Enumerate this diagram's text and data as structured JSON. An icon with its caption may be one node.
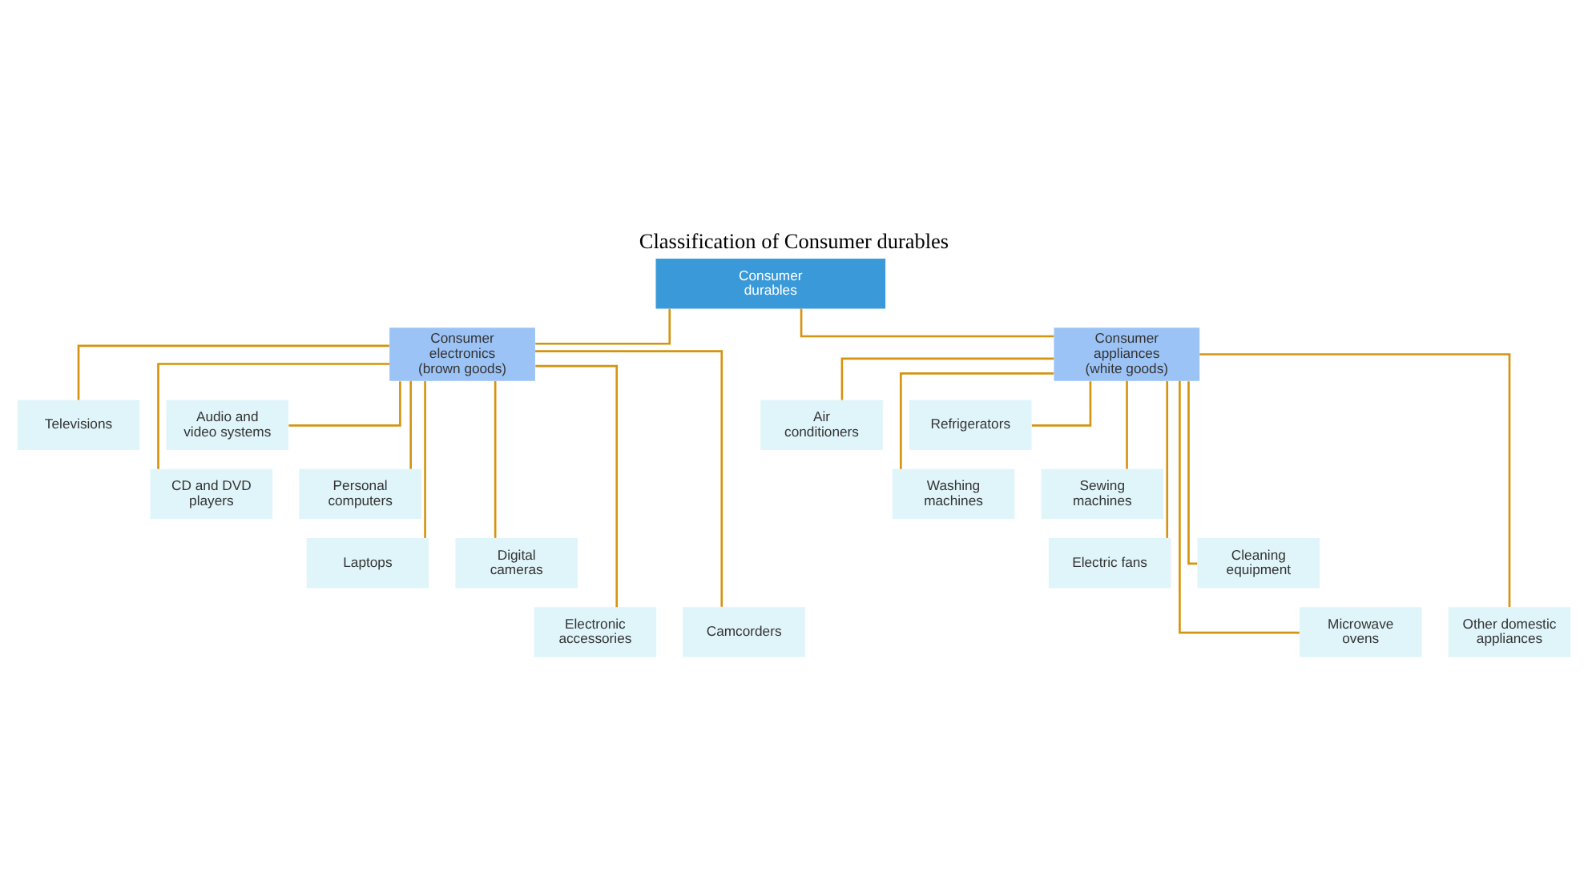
{
  "diagram": {
    "title": "Classification of Consumer durables",
    "nodes": [
      {
        "text": [
          "Consumer durables"
        ]
      },
      {
        "text": [
          "Consumer electronics (brown goods)"
        ]
      },
      {
        "text": [
          "Consumer appliances (white goods)"
        ]
      },
      {
        "text": [
          "Televisions"
        ]
      },
      {
        "text": [
          "Audio and video systems"
        ]
      },
      {
        "text": [
          "CD and DVD players"
        ]
      },
      {
        "text": [
          "Personal computers"
        ]
      },
      {
        "text": [
          "Laptops"
        ]
      },
      {
        "text": [
          "Digital cameras"
        ]
      },
      {
        "text": [
          "Electronic accessories"
        ]
      },
      {
        "text": [
          "Camcorders"
        ]
      },
      {
        "text": [
          "Air conditioners"
        ]
      },
      {
        "text": [
          "Refrigerators"
        ]
      },
      {
        "text": [
          "Washing machines"
        ]
      },
      {
        "text": [
          "Sewing machines"
        ]
      },
      {
        "text": [
          "Electric fans"
        ]
      },
      {
        "text": [
          "Cleaning equipment"
        ]
      },
      {
        "text": [
          "Microwave ovens"
        ]
      },
      {
        "text": [
          "Other domestic appliances"
        ]
      }
    ],
    "edges": [
      {
        "from": 0,
        "to": 1,
        "arrow": "none"
      },
      {
        "from": 0,
        "to": 2,
        "arrow": "none"
      },
      {
        "from": 1,
        "to": 3,
        "arrow": "none"
      },
      {
        "from": 1,
        "to": 4,
        "arrow": "none"
      },
      {
        "from": 1,
        "to": 5,
        "arrow": "none"
      },
      {
        "from": 1,
        "to": 6,
        "arrow": "none"
      },
      {
        "from": 1,
        "to": 7,
        "arrow": "none"
      },
      {
        "from": 1,
        "to": 8,
        "arrow": "none"
      },
      {
        "from": 1,
        "to": 9,
        "arrow": "none"
      },
      {
        "from": 1,
        "to": 10,
        "arrow": "none"
      },
      {
        "from": 2,
        "to": 11,
        "arrow": "none"
      },
      {
        "from": 2,
        "to": 12,
        "arrow": "none"
      },
      {
        "from": 2,
        "to": 13,
        "arrow": "none"
      },
      {
        "from": 2,
        "to": 14,
        "arrow": "none"
      },
      {
        "from": 2,
        "to": 15,
        "arrow": "none"
      },
      {
        "from": 2,
        "to": 16,
        "arrow": "none"
      },
      {
        "from": 2,
        "to": 17,
        "arrow": "none"
      },
      {
        "from": 2,
        "to": 18,
        "arrow": "none"
      }
    ]
  }
}
